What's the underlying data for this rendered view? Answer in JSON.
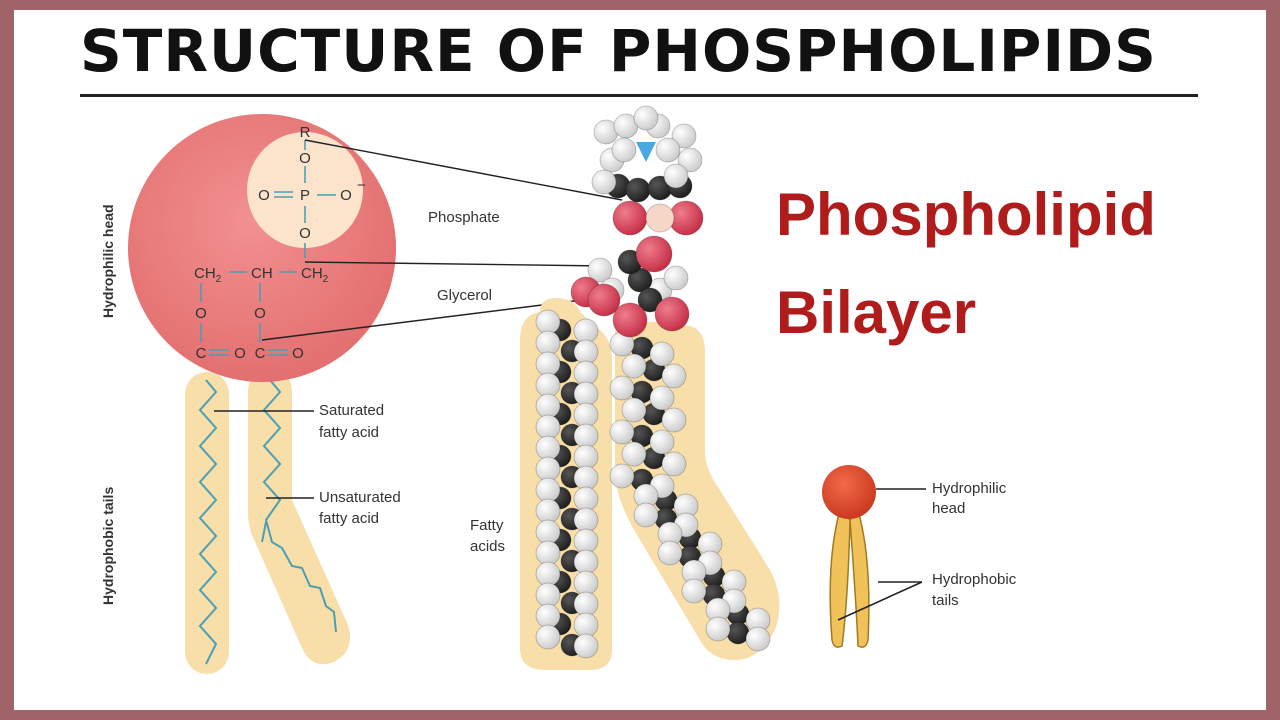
{
  "title": "STRUCTURE OF PHOSPHOLIPIDS",
  "bilayer_title": {
    "line1": "Phospholipid",
    "line2": "Bilayer"
  },
  "side_labels": {
    "head": "Hydrophilic head",
    "tails": "Hydrophobic tails"
  },
  "chemical_structure": {
    "r": "R",
    "o_top": "O",
    "phosphate_row": {
      "o_left": "O",
      "p": "P",
      "o_right": "O",
      "charge": "−"
    },
    "o_bottom": "O",
    "glycerol_row": {
      "ch2_left": "CH",
      "ch": "CH",
      "ch2_right": "CH",
      "subscript": "2"
    },
    "ester_o_left": "O",
    "ester_o_right": "O",
    "carbonyl": {
      "c1": "C",
      "o1": "O",
      "c2": "C",
      "o2": "O"
    }
  },
  "tail_labels": {
    "saturated": [
      "Saturated",
      "fatty acid"
    ],
    "unsaturated": [
      "Unsaturated",
      "fatty acid"
    ]
  },
  "model_labels": {
    "phosphate": "Phosphate",
    "glycerol": "Glycerol",
    "fatty_acids": [
      "Fatty",
      "acids"
    ]
  },
  "simple_labels": {
    "head": [
      "Hydrophilic",
      "head"
    ],
    "tails": [
      "Hydrophobic",
      "tails"
    ]
  },
  "colors": {
    "frame": "#a06468",
    "head_circle": "#ea7a7a",
    "phosphate_circle": "#fbe3cc",
    "tail_fill": "#f8dfa9",
    "bond": "#4a9fb5",
    "oxygen_atom": "#d13d52",
    "hydrogen_atom": "#e8e8e8",
    "carbon_atom": "#2b2b2b",
    "nitrogen_atom": "#4ba8e0",
    "title_red": "#b01c1c"
  }
}
